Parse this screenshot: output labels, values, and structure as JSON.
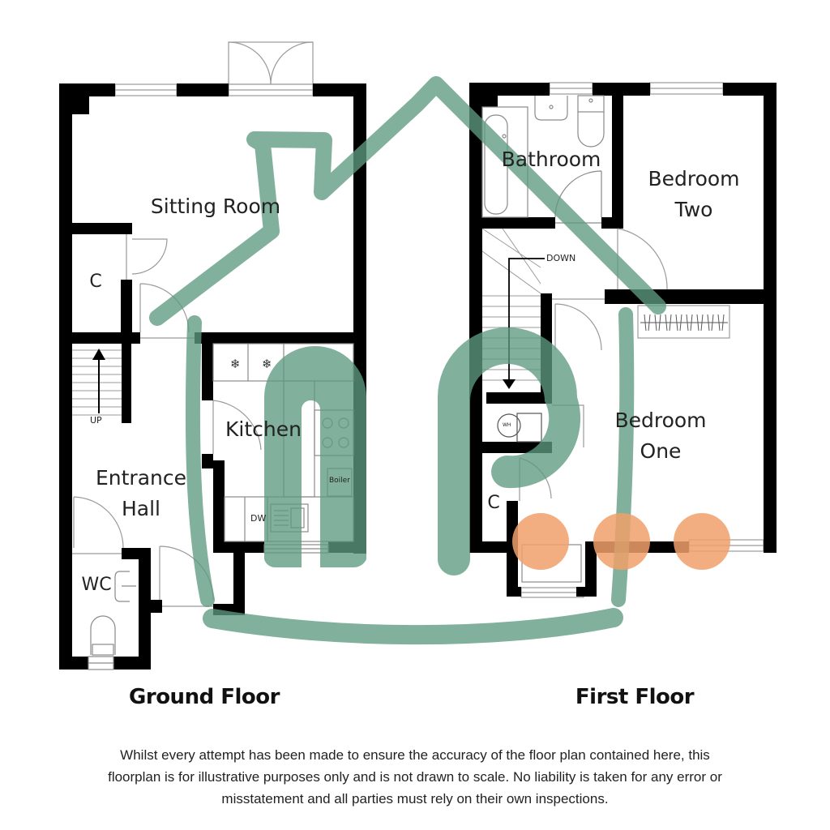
{
  "colors": {
    "wall": "#000000",
    "fixture_line": "#8a8a8a",
    "overlay_green": "#5e9a80",
    "overlay_orange": "#f0a06a",
    "background": "#ffffff"
  },
  "ground_floor": {
    "title": "Ground Floor",
    "rooms": [
      {
        "id": "sitting-room",
        "label": "Sitting Room"
      },
      {
        "id": "cupboard",
        "label": "C"
      },
      {
        "id": "entrance-hall",
        "label_line1": "Entrance",
        "label_line2": "Hall"
      },
      {
        "id": "kitchen",
        "label": "Kitchen"
      },
      {
        "id": "wc",
        "label": "WC"
      }
    ],
    "fixtures": {
      "stairs_label": "UP",
      "dishwasher_label": "DW",
      "boiler_label": "Boiler",
      "freezer_icons": [
        "snowflake",
        "snowflake"
      ]
    }
  },
  "first_floor": {
    "title": "First Floor",
    "rooms": [
      {
        "id": "bathroom",
        "label": "Bathroom"
      },
      {
        "id": "bedroom-two",
        "label_line1": "Bedroom",
        "label_line2": "Two"
      },
      {
        "id": "bedroom-one",
        "label_line1": "Bedroom",
        "label_line2": "One"
      },
      {
        "id": "cupboard",
        "label": "C"
      }
    ],
    "fixtures": {
      "stairs_label": "DOWN",
      "cylinder_label": "WH"
    }
  },
  "overlay": {
    "description": "Hand-drawn green smiley-house doodle with orange dots over the floor plans",
    "orange_dots": 3
  },
  "disclaimer": {
    "line1": "Whilst every attempt has been made to ensure the accuracy of the floor plan contained here, this",
    "line2": "floorplan is for illustrative purposes only and is not drawn to scale. No liability is taken for any error or",
    "line3": "misstatement and all parties must rely on their own inspections."
  }
}
